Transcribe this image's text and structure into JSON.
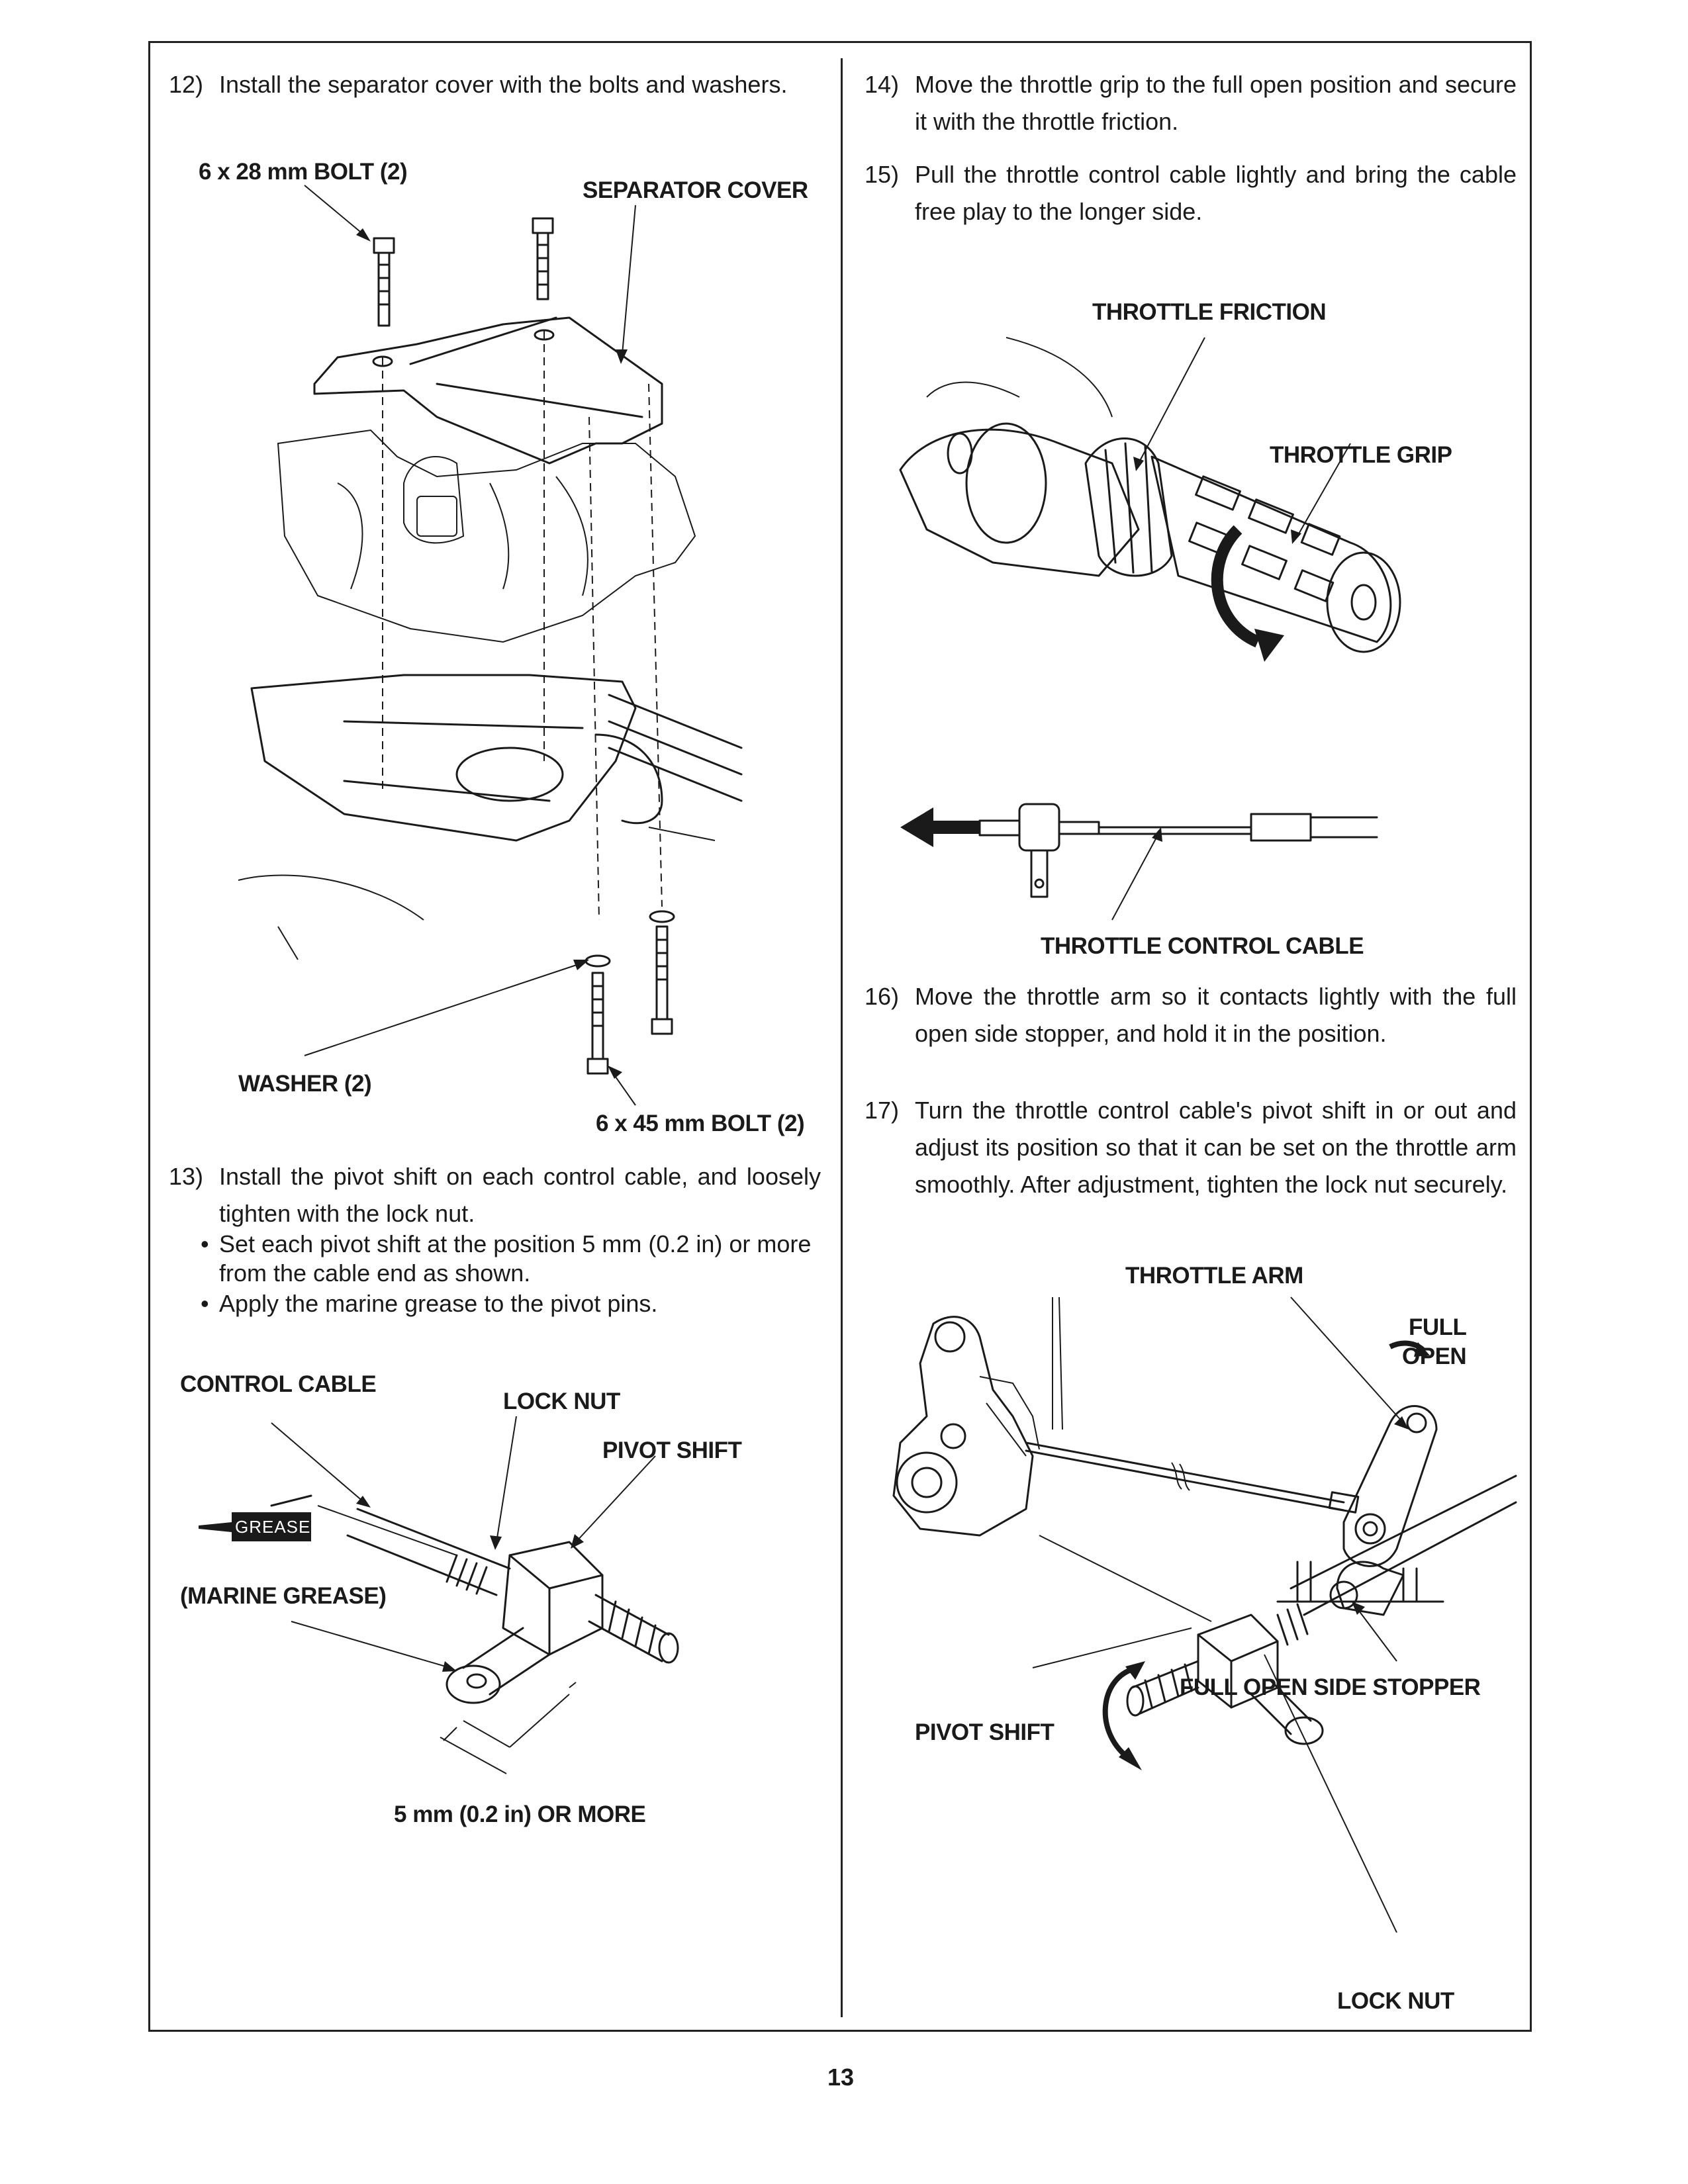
{
  "page_number": "13",
  "left": {
    "step12": {
      "num": "12)",
      "text": "Install the separator cover with the bolts and washers."
    },
    "fig1_labels": {
      "bolt_28": "6 x 28 mm BOLT (2)",
      "separator_cover": "SEPARATOR COVER",
      "washer": "WASHER (2)",
      "bolt_45": "6 x 45 mm BOLT (2)"
    },
    "step13": {
      "num": "13)",
      "text": "Install the pivot shift on each control cable, and loosely tighten with the lock nut.",
      "bullets": [
        "Set each pivot shift at the position 5 mm (0.2 in) or more from the cable end as shown.",
        "Apply the marine grease to the pivot pins."
      ]
    },
    "fig2_labels": {
      "control_cable": "CONTROL CABLE",
      "lock_nut": "LOCK NUT",
      "pivot_shift": "PIVOT SHIFT",
      "grease_tube": "GREASE",
      "marine_grease": "(MARINE GREASE)",
      "dimension": "5 mm (0.2 in) OR MORE"
    }
  },
  "right": {
    "step14": {
      "num": "14)",
      "text": "Move the throttle grip to the full open position and secure it with the throttle friction."
    },
    "step15": {
      "num": "15)",
      "text": "Pull the throttle control cable lightly and bring the cable free play to the longer side."
    },
    "fig3_labels": {
      "throttle_friction": "THROTTLE FRICTION",
      "throttle_grip": "THROTTLE GRIP",
      "throttle_control_cable": "THROTTLE CONTROL CABLE"
    },
    "step16": {
      "num": "16)",
      "text": "Move the throttle arm so it contacts lightly with the full open side stopper, and hold it in the position."
    },
    "step17": {
      "num": "17)",
      "text": "Turn the throttle control cable's pivot shift in or out and adjust its position so that it can be set on the throttle arm smoothly. After adjustment, tighten the lock nut securely."
    },
    "fig4_labels": {
      "throttle_arm": "THROTTLE ARM",
      "full_open_1": "FULL",
      "full_open_2": "OPEN",
      "full_open_side_stopper": "FULL OPEN SIDE STOPPER",
      "pivot_shift": "PIVOT SHIFT",
      "lock_nut": "LOCK NUT"
    }
  }
}
